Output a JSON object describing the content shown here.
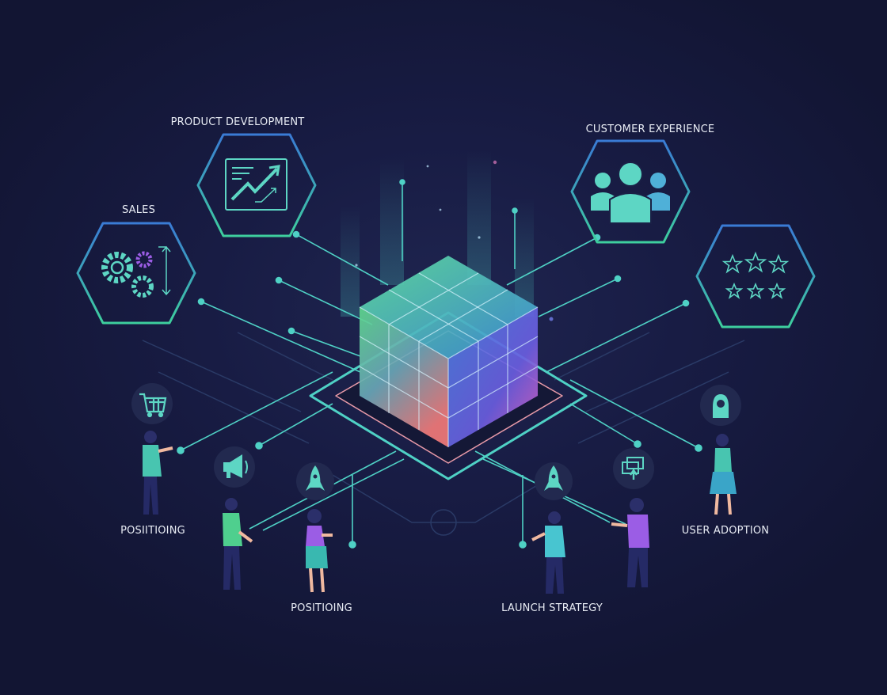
{
  "colors": {
    "background": "#161a3e",
    "line": "#4fd1c5",
    "line_dim": "#2c3f6b",
    "icon": "#5dd6c4",
    "accent_purple": "#9b5de5",
    "hex_stroke_top": "#3a7bd5",
    "hex_stroke_bottom": "#3ecf9e"
  },
  "labels": {
    "product_development": "PRODUCT DEVELOPMENT",
    "customer_experience": "CUSTOMER EXPERIENCE",
    "sales": "SALES",
    "positioning_left": "POSIITIOING",
    "positioning_center": "POSITIOING",
    "launch_strategy": "LAUNCH STRATEGY",
    "user_adoption": "USER ADOPTION"
  },
  "hexagons": [
    {
      "id": "sales",
      "icon": "gears-icon"
    },
    {
      "id": "product-development",
      "icon": "growth-chart-icon"
    },
    {
      "id": "customer-experience",
      "icon": "user-group-icon"
    },
    {
      "id": "ratings",
      "icon": "stars-icon"
    }
  ],
  "badges": [
    {
      "id": "cart",
      "icon": "shopping-cart-icon"
    },
    {
      "id": "megaphone",
      "icon": "megaphone-icon"
    },
    {
      "id": "rocket-left",
      "icon": "rocket-icon"
    },
    {
      "id": "rocket-right",
      "icon": "rocket-icon"
    },
    {
      "id": "screens",
      "icon": "screens-icon"
    },
    {
      "id": "user",
      "icon": "user-icon"
    }
  ]
}
